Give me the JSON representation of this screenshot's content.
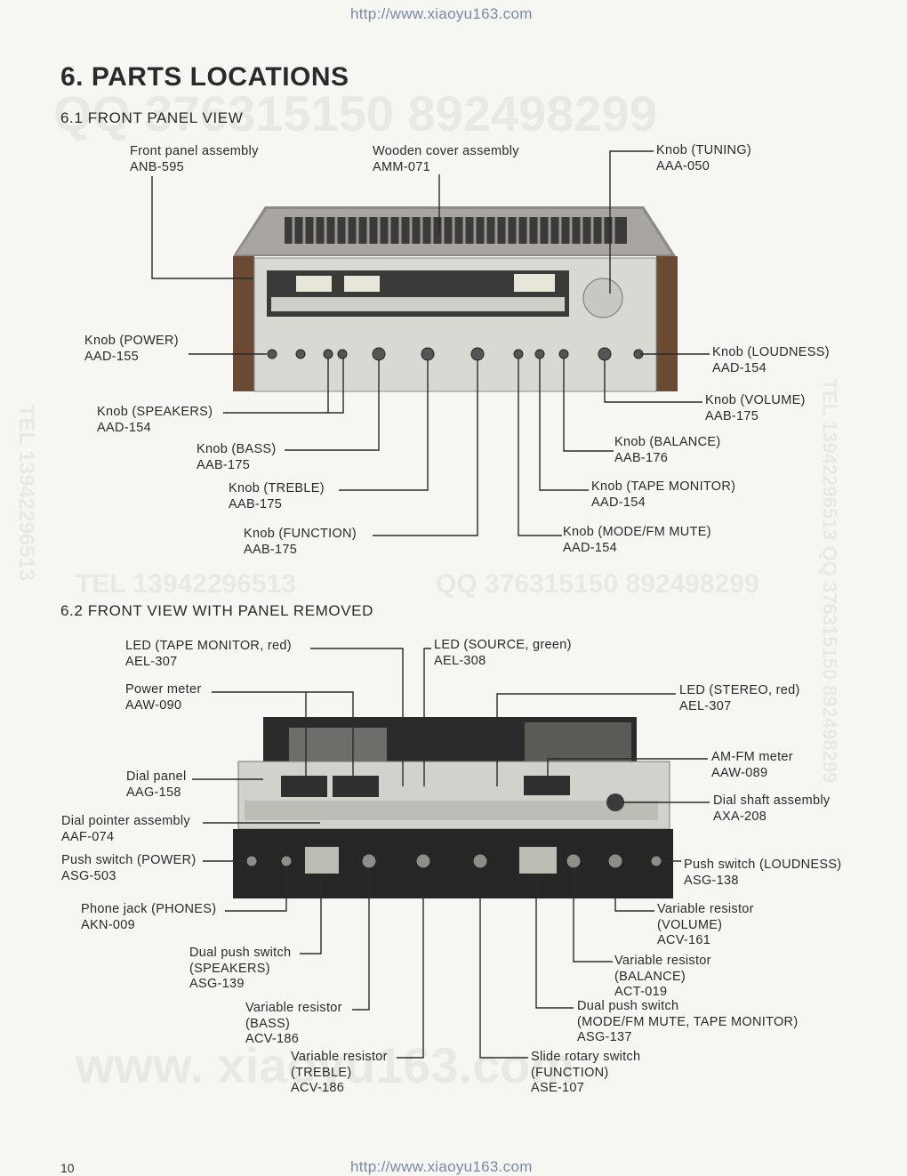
{
  "header_url": "http://www.xiaoyu163.com",
  "footer_url": "http://www.xiaoyu163.com",
  "page_number": "10",
  "title": "6. PARTS  LOCATIONS",
  "watermarks": {
    "wm1": "QQ 376315150   892498299",
    "wm2": "TEL  13942296513",
    "wm3": "QQ  376315150  892498299",
    "wm4": "www. xiaoyu163.com",
    "wm_side_left": "TEL 13942296513",
    "wm_side_right": "TEL 13942296513 QQ 376315150 892498299"
  },
  "section1": {
    "heading": "6.1   FRONT PANEL VIEW",
    "labels": [
      {
        "name": "Front panel assembly",
        "part": "ANB-595"
      },
      {
        "name": "Wooden cover assembly",
        "part": "AMM-071"
      },
      {
        "name": "Knob (TUNING)",
        "part": "AAA-050"
      },
      {
        "name": "Knob (POWER)",
        "part": "AAD-155"
      },
      {
        "name": "Knob (LOUDNESS)",
        "part": "AAD-154"
      },
      {
        "name": "Knob (SPEAKERS)",
        "part": "AAD-154"
      },
      {
        "name": "Knob (VOLUME)",
        "part": "AAB-175"
      },
      {
        "name": "Knob (BASS)",
        "part": "AAB-175"
      },
      {
        "name": "Knob (BALANCE)",
        "part": "AAB-176"
      },
      {
        "name": "Knob (TREBLE)",
        "part": "AAB-175"
      },
      {
        "name": "Knob (TAPE MONITOR)",
        "part": "AAD-154"
      },
      {
        "name": "Knob (FUNCTION)",
        "part": "AAB-175"
      },
      {
        "name": "Knob (MODE/FM MUTE)",
        "part": "AAD-154"
      }
    ]
  },
  "section2": {
    "heading": "6.2   FRONT VIEW WITH PANEL REMOVED",
    "labels": [
      {
        "lines": [
          "LED (TAPE MONITOR, red)",
          "AEL-307"
        ]
      },
      {
        "lines": [
          "LED (SOURCE, green)",
          "AEL-308"
        ]
      },
      {
        "lines": [
          "Power meter",
          "AAW-090"
        ]
      },
      {
        "lines": [
          "LED (STEREO, red)",
          "AEL-307"
        ]
      },
      {
        "lines": [
          "AM-FM meter",
          "AAW-089"
        ]
      },
      {
        "lines": [
          "Dial panel",
          "AAG-158"
        ]
      },
      {
        "lines": [
          "Dial shaft assembly",
          "AXA-208"
        ]
      },
      {
        "lines": [
          "Dial pointer assembly",
          "AAF-074"
        ]
      },
      {
        "lines": [
          "Push switch (POWER)",
          "ASG-503"
        ]
      },
      {
        "lines": [
          "Push switch (LOUDNESS)",
          "ASG-138"
        ]
      },
      {
        "lines": [
          "Phone jack (PHONES)",
          "AKN-009"
        ]
      },
      {
        "lines": [
          "Variable resistor",
          "(VOLUME)",
          "ACV-161"
        ]
      },
      {
        "lines": [
          "Dual push switch",
          "(SPEAKERS)",
          "ASG-139"
        ]
      },
      {
        "lines": [
          "Variable resistor",
          "(BALANCE)",
          "ACT-019"
        ]
      },
      {
        "lines": [
          "Variable resistor",
          "(BASS)",
          "ACV-186"
        ]
      },
      {
        "lines": [
          "Dual push switch",
          "(MODE/FM MUTE, TAPE MONITOR)",
          "ASG-137"
        ]
      },
      {
        "lines": [
          "Variable resistor",
          "(TREBLE)",
          "ACV-186"
        ]
      },
      {
        "lines": [
          "Slide rotary switch",
          "(FUNCTION)",
          "ASE-107"
        ]
      }
    ]
  },
  "colors": {
    "paper": "#f6f6f2",
    "ink": "#2a2a2a",
    "url": "#7a8aa8",
    "wood": "#6b4a33",
    "brushed": "#d9d9d4"
  }
}
